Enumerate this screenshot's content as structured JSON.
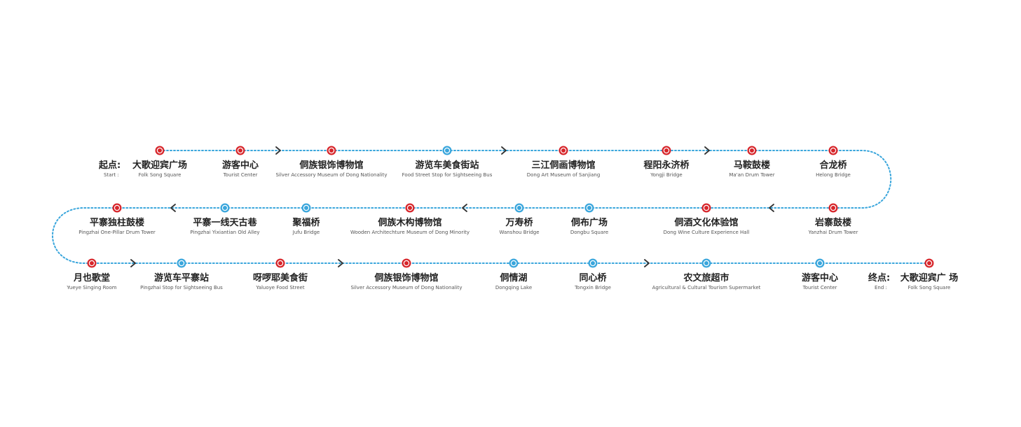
{
  "colors": {
    "line": "#3aa6dc",
    "key_stop": "#d7262b",
    "regular_stop": "#3aa6dc",
    "arrow": "#333333"
  },
  "start_tag": {
    "zh": "起点:",
    "en": "Start :"
  },
  "end_tag": {
    "zh": "终点:",
    "en": "End :"
  },
  "rows": [
    {
      "stops": [
        {
          "zh": "大歌迎宾广场",
          "en": "Folk Song Square",
          "type": "key"
        },
        {
          "zh": "游客中心",
          "en": "Tourist Center",
          "type": "key"
        },
        {
          "zh": "侗族银饰博物馆",
          "en": "Silver Accessory Museum of Dong Nationality",
          "type": "key"
        },
        {
          "zh": "游览车美食街站",
          "en": "Food Street Stop for Sightseeing Bus",
          "type": "regular"
        },
        {
          "zh": "三江侗画博物馆",
          "en": "Dong Art Museum of Sanjiang",
          "type": "key"
        },
        {
          "zh": "程阳永济桥",
          "en": "Yongji Bridge",
          "type": "key"
        },
        {
          "zh": "马鞍鼓楼",
          "en": "Ma'an Drum Tower",
          "type": "key"
        },
        {
          "zh": "合龙桥",
          "en": "Helong Bridge",
          "type": "key"
        }
      ]
    },
    {
      "stops": [
        {
          "zh": "岩寨鼓楼",
          "en": "Yanzhai Drum Tower",
          "type": "key"
        },
        {
          "zh": "侗酒文化体验馆",
          "en": "Dong Wine Culture Experience Hall",
          "type": "key"
        },
        {
          "zh": "侗布广场",
          "en": "Dongbu Square",
          "type": "regular"
        },
        {
          "zh": "万寿桥",
          "en": "Wanshou Bridge",
          "type": "regular"
        },
        {
          "zh": "侗族木构博物馆",
          "en": "Wooden Architechture Museum of Dong Minority",
          "type": "key"
        },
        {
          "zh": "聚福桥",
          "en": "Jufu Bridge",
          "type": "regular"
        },
        {
          "zh": "平寨一线天古巷",
          "en": "Pingzhai Yixiantian Old Alley",
          "type": "regular"
        },
        {
          "zh": "平寨独柱鼓楼",
          "en": "Pingzhai One-Pillar Drum Tower",
          "type": "key"
        }
      ]
    },
    {
      "stops": [
        {
          "zh": "月也歌堂",
          "en": "Yueye Singing Room",
          "type": "key"
        },
        {
          "zh": "游览车平寨站",
          "en": "Pingzhai Stop for Sightseeing Bus",
          "type": "regular"
        },
        {
          "zh": "呀啰耶美食街",
          "en": "Yaluoye Food Street",
          "type": "key"
        },
        {
          "zh": "侗族银饰博物馆",
          "en": "Silver Accessory Museum of Dong Nationality",
          "type": "key"
        },
        {
          "zh": "侗情湖",
          "en": "Dongqing Lake",
          "type": "regular"
        },
        {
          "zh": "同心桥",
          "en": "Tongxin Bridge",
          "type": "regular"
        },
        {
          "zh": "农文旅超市",
          "en": "Agricultural & Cultural Tourism Supermarket",
          "type": "regular"
        },
        {
          "zh": "游客中心",
          "en": "Tourist Center",
          "type": "regular"
        },
        {
          "zh": "大歌迎宾广 场",
          "en": "Folk Song Square",
          "type": "key"
        }
      ]
    }
  ]
}
